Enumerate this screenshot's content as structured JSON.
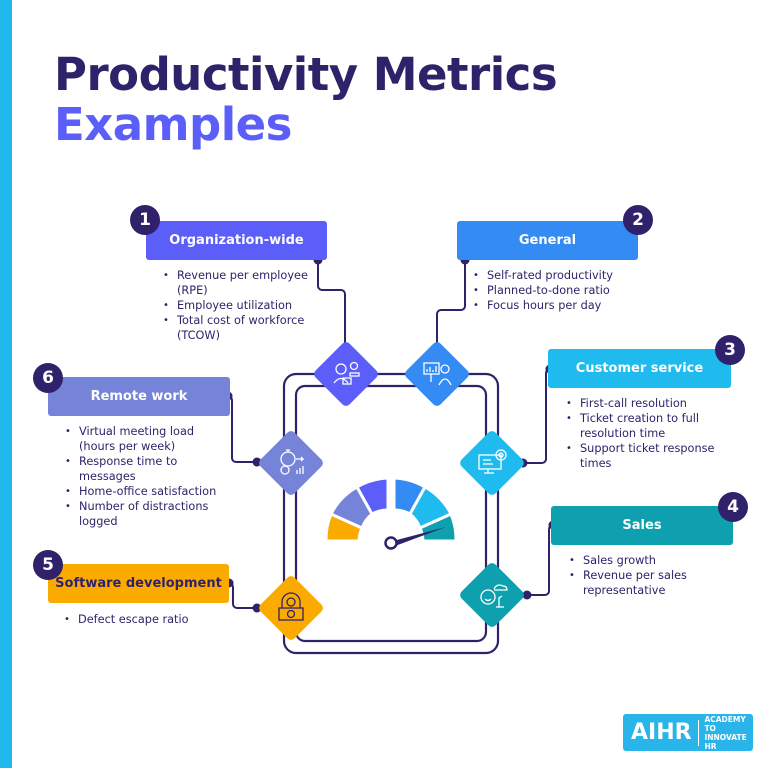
{
  "title": {
    "line1": "Productivity Metrics",
    "line2": "Examples"
  },
  "colors": {
    "navy": "#30226a",
    "org_wide": "#5b5ef8",
    "general": "#338bf3",
    "customer_service": "#1fbbef",
    "sales": "#0ea0ae",
    "software_dev": "#fbab00",
    "remote_work": "#7584d9",
    "stripe": "#1fb9ee"
  },
  "categories": [
    {
      "number": "1",
      "label": "Organization-wide",
      "icon": "team-collaboration-icon",
      "items": [
        "Revenue per employee (RPE)",
        "Employee utilization",
        "Total cost of workforce (TCOW)"
      ]
    },
    {
      "number": "2",
      "label": "General",
      "icon": "presentation-chart-icon",
      "items": [
        "Self-rated productivity",
        "Planned-to-done ratio",
        "Focus hours per day"
      ]
    },
    {
      "number": "3",
      "label": "Customer service",
      "icon": "support-monitor-target-icon",
      "items": [
        "First-call resolution",
        "Ticket creation to full resolution time",
        "Support ticket response times"
      ]
    },
    {
      "number": "4",
      "label": "Sales",
      "icon": "sales-person-icon",
      "items": [
        "Sales growth",
        "Revenue per sales representative"
      ]
    },
    {
      "number": "5",
      "label": "Software development",
      "icon": "developer-money-icon",
      "items": [
        "Defect escape ratio"
      ]
    },
    {
      "number": "6",
      "label": "Remote work",
      "icon": "stopwatch-gear-icon",
      "items": [
        "Virtual meeting load (hours per week)",
        "Response time to messages",
        "Home-office satisfaction",
        "Number of distractions logged"
      ]
    }
  ],
  "gauge": {
    "segments": [
      "#fbab00",
      "#7584d9",
      "#5b5ef8",
      "#338bf3",
      "#1fbbef",
      "#0ea0ae"
    ],
    "needle_color": "#30226a"
  },
  "logo": {
    "mark": "AIHR",
    "tagline_1": "ACADEMY TO",
    "tagline_2": "INNOVATE HR"
  }
}
